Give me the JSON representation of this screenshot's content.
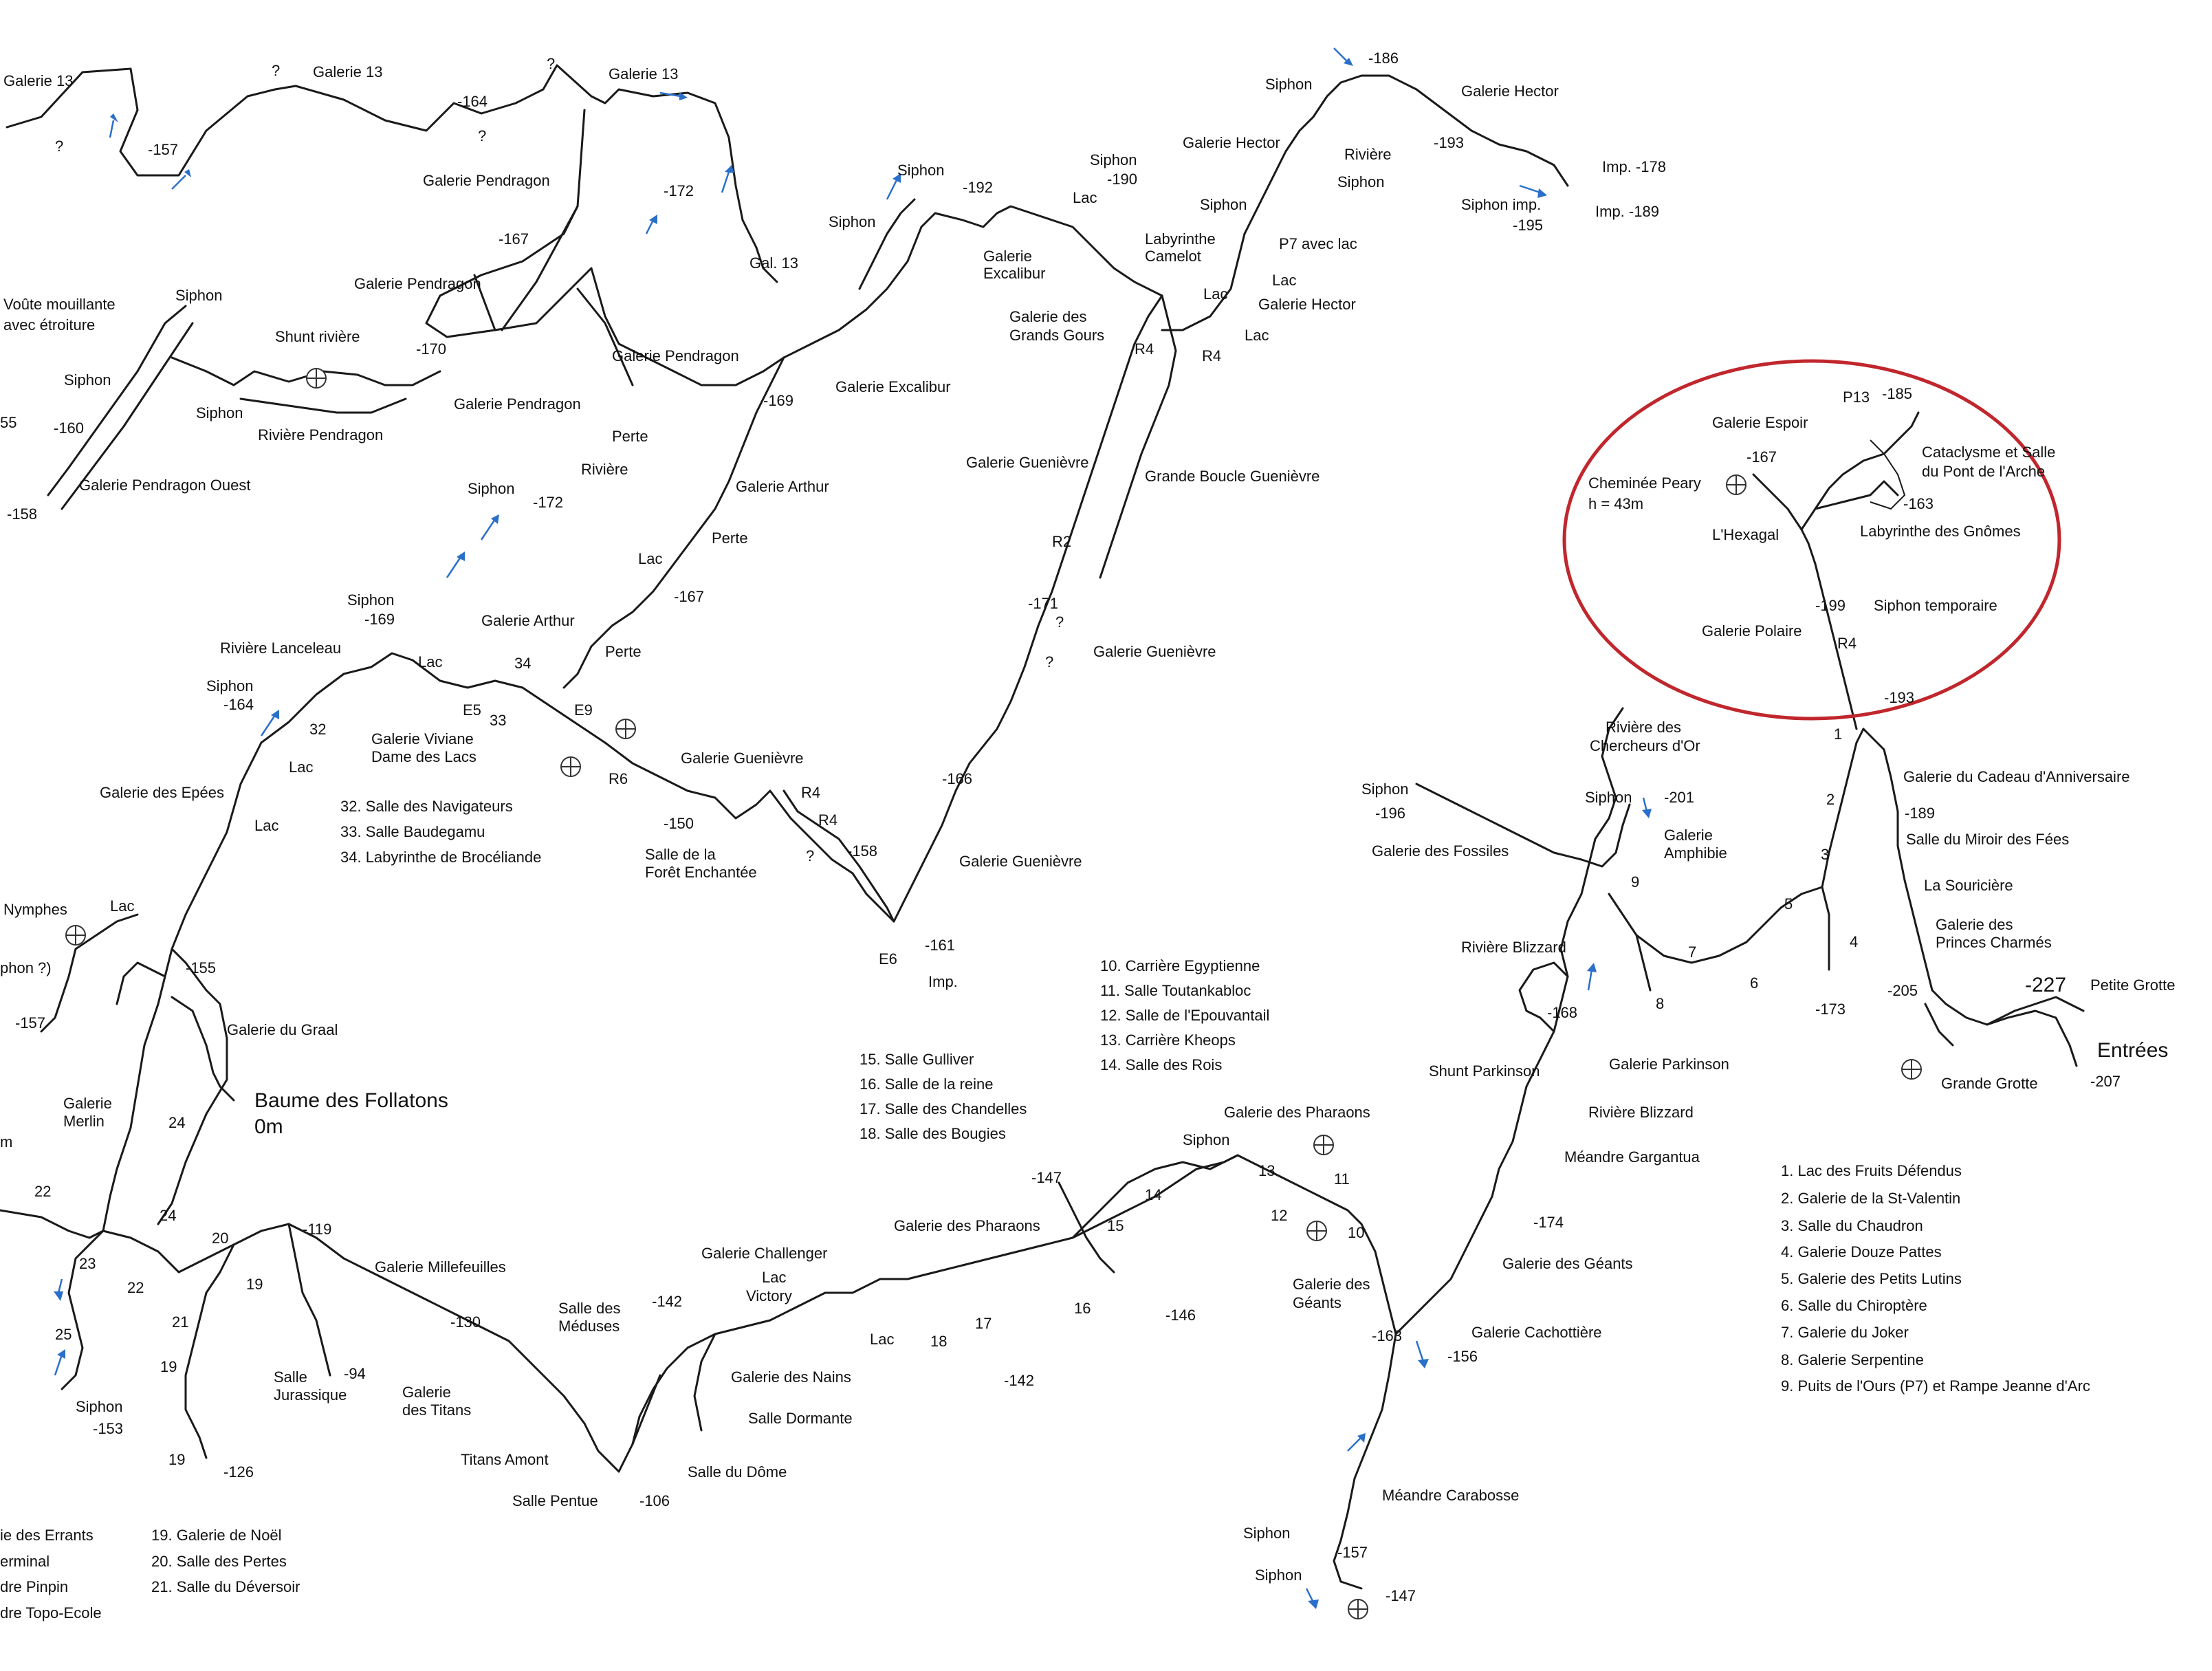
{
  "map": {
    "highlight_color": "#c0272d",
    "flow_color": "#2a6fc9",
    "labels": [
      "Galerie 13",
      "Galerie 13",
      "Galerie 13",
      "-157",
      "-164",
      "?",
      "?",
      "?",
      "?",
      "Galerie Pendragon",
      "Galerie Pendragon",
      "Galerie Pendragon",
      "Galerie Pendragon",
      "Galerie Pendragon Ouest",
      "-172",
      "-167",
      "-170",
      "-169",
      "-160",
      "-158",
      "55",
      "Voûte mouillante",
      "avec étroiture",
      "Siphon",
      "Siphon",
      "Siphon",
      "Shunt rivière",
      "Rivière Pendragon",
      "Perte",
      "Rivière",
      "Siphon",
      "-172",
      "Galerie Arthur",
      "Galerie Arthur",
      "Perte",
      "Lac",
      "-167",
      "Gal. 13",
      "Siphon",
      "-192",
      "Siphon",
      "Galerie Excalibur",
      "Galerie",
      "Excalibur",
      "Siphon",
      "-190",
      "Lac",
      "Labyrinthe",
      "Camelot",
      "Galerie des",
      "Grands Gours",
      "R4",
      "R4",
      "Lac",
      "Lac",
      "Siphon",
      "-186",
      "Galerie Hector",
      "Galerie Hector",
      "Galerie Hector",
      "Rivière",
      "Siphon",
      "-193",
      "Imp. -178",
      "Imp. -189",
      "Siphon imp.",
      "-195",
      "Siphon",
      "P7 avec lac",
      "Lac",
      "Galerie Guenièvre",
      "Grande Boucle Guenièvre",
      "R2",
      "-171",
      "?",
      "?",
      "Galerie Guenièvre",
      "-166",
      "Galerie Guenièvre",
      "Galerie Guenièvre",
      "R4",
      "R4",
      "-158",
      "-161",
      "E6",
      "Imp.",
      "?",
      "Rivière Lanceleau",
      "Siphon",
      "-169",
      "Siphon",
      "-164",
      "Lac",
      "E5",
      "33",
      "34",
      "E9",
      "Perte",
      "Galerie Viviane",
      "Dame des Lacs",
      "32",
      "Lac",
      "Lac",
      "Galerie des Epées",
      "R6",
      "-150",
      "Salle de la",
      "Forêt Enchantée",
      "32. Salle des Navigateurs",
      "33. Salle Baudegamu",
      "34. Labyrinthe de Brocéliande",
      "Nymphes",
      "Lac",
      "phon ?)",
      "-157",
      "-155",
      "Galerie du Graal",
      "Baume des Follatons",
      "0m",
      "Galerie",
      "Merlin",
      "24",
      "24",
      "22",
      "22",
      "23",
      "m",
      "25",
      "Siphon",
      "-153",
      "20",
      "-119",
      "19",
      "21",
      "19",
      "19",
      "-126",
      "Salle",
      "Jurassique",
      "-94",
      "Galerie Millefeuilles",
      "-130",
      "Galerie",
      "des Titans",
      "Titans Amont",
      "Salle Pentue",
      "-106",
      "Salle du Dôme",
      "Salle des",
      "Méduses",
      "-142",
      "Galerie Challenger",
      "Lac",
      "Victory",
      "Galerie des Nains",
      "Salle Dormante",
      "Lac",
      "18",
      "17",
      "16",
      "-142",
      "15",
      "14",
      "-147",
      "-146",
      "Galerie des Pharaons",
      "15. Salle Gulliver",
      "16. Salle de la reine",
      "17. Salle des Chandelles",
      "18. Salle des Bougies",
      "10. Carrière Egyptienne",
      "11. Salle Toutankabloc",
      "12. Salle de l'Epouvantail",
      "13. Carrière Kheops",
      "14. Salle des Rois",
      "Galerie des Pharaons",
      "Siphon",
      "13",
      "11",
      "12",
      "10",
      "Galerie des",
      "Géants",
      "-163",
      "-156",
      "Galerie Cachottière",
      "Galerie des Géants",
      "-174",
      "Méandre Gargantua",
      "Rivière Blizzard",
      "Galerie Parkinson",
      "Shunt Parkinson",
      "-168",
      "Rivière Blizzard",
      "9",
      "7",
      "6",
      "8",
      "5",
      "4",
      "3",
      "2",
      "1",
      "-173",
      "Siphon",
      "-196",
      "Galerie des Fossiles",
      "Rivière des",
      "Chercheurs d'Or",
      "Siphon",
      "-201",
      "Galerie",
      "Amphibie",
      "Méandre Carabosse",
      "Siphon",
      "-157",
      "Siphon",
      "-147",
      "Galerie du Cadeau d'Anniversaire",
      "-189",
      "Salle du Miroir des Fées",
      "La Souricière",
      "Galerie des",
      "Princes Charmés",
      "-205",
      "-227",
      "Petite Grotte",
      "Entrées",
      "Grande Grotte",
      "-207",
      "1. Lac des Fruits Défendus",
      "2. Galerie de la St-Valentin",
      "3. Salle du Chaudron",
      "4. Galerie Douze Pattes",
      "5. Galerie des Petits Lutins",
      "6. Salle du Chiroptère",
      "7. Galerie du Joker",
      "8. Galerie Serpentine",
      "9. Puits de l'Ours (P7) et Rampe Jeanne d'Arc",
      "ie des Errants",
      "erminal",
      "dre Pinpin",
      "dre Topo-Ecole",
      "19. Galerie de Noël",
      "20. Salle des Pertes",
      "21. Salle du Déversoir",
      "P13",
      "-185",
      "Galerie Espoir",
      "-167",
      "Cataclysme et Salle",
      "du Pont de l'Arche",
      "Cheminée Peary",
      "h = 43m",
      "-163",
      "L'Hexagal",
      "Labyrinthe des Gnômes",
      "-199",
      "Siphon temporaire",
      "Galerie Polaire",
      "R4",
      "-193"
    ]
  }
}
